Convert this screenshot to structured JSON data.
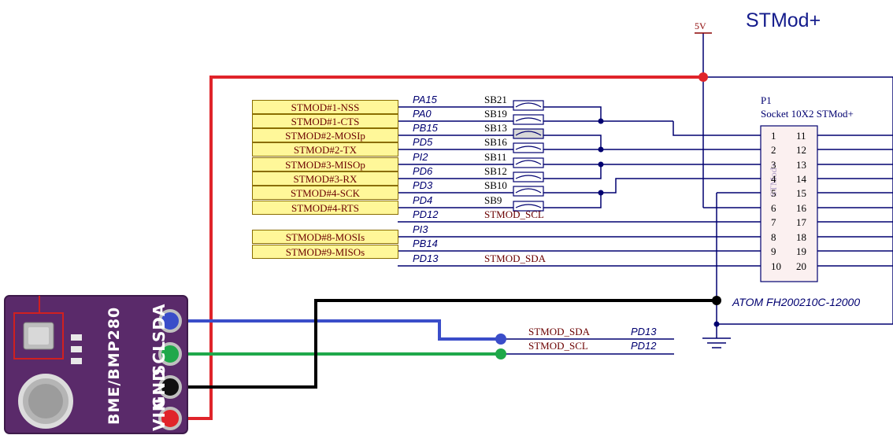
{
  "title": "STMod+",
  "power": {
    "vcc_label": "5V"
  },
  "connector": {
    "ref": "P1",
    "description": "Socket 10X2 STMod+",
    "body_text": "STMod+",
    "part_number": "ATOM FH200210C-12000",
    "left_pins": [
      "1",
      "2",
      "3",
      "4",
      "5",
      "6",
      "7",
      "8",
      "9",
      "10"
    ],
    "right_pins": [
      "11",
      "12",
      "13",
      "14",
      "15",
      "16",
      "17",
      "18",
      "19",
      "20"
    ]
  },
  "signal_labels": [
    "STMOD#1-NSS",
    "STMOD#1-CTS",
    "STMOD#2-MOSIp",
    "STMOD#2-TX",
    "STMOD#3-MISOp",
    "STMOD#3-RX",
    "STMOD#4-SCK",
    "STMOD#4-RTS",
    "STMOD#8-MOSIs",
    "STMOD#9-MISOs"
  ],
  "nets": [
    "PA15",
    "PA0",
    "PB15",
    "PD5",
    "PI2",
    "PD6",
    "PD3",
    "PD4",
    "PD12",
    "PI3",
    "PB14",
    "PD13"
  ],
  "solder_bridges": [
    "SB21",
    "SB19",
    "SB13",
    "SB16",
    "SB11",
    "SB12",
    "SB10",
    "SB9"
  ],
  "connector_nets": {
    "scl_top": "STMOD_SCL",
    "sda_top": "STMOD_SDA",
    "sda_bottom": "STMOD_SDA",
    "scl_bottom": "STMOD_SCL",
    "sda_bottom_pin": "PD13",
    "scl_bottom_pin": "PD12"
  },
  "module": {
    "pins": [
      "SDA",
      "SCL",
      "GND",
      "VIN"
    ],
    "name": "BME/BMP280"
  },
  "colors": {
    "wire_5v": "#e0242a",
    "wire_sda": "#3a4dc9",
    "wire_scl": "#1fa84a",
    "wire_gnd": "#000000",
    "schematic_line": "#000070",
    "label_fill": "#fff799",
    "module_board": "#5a2a6a"
  }
}
